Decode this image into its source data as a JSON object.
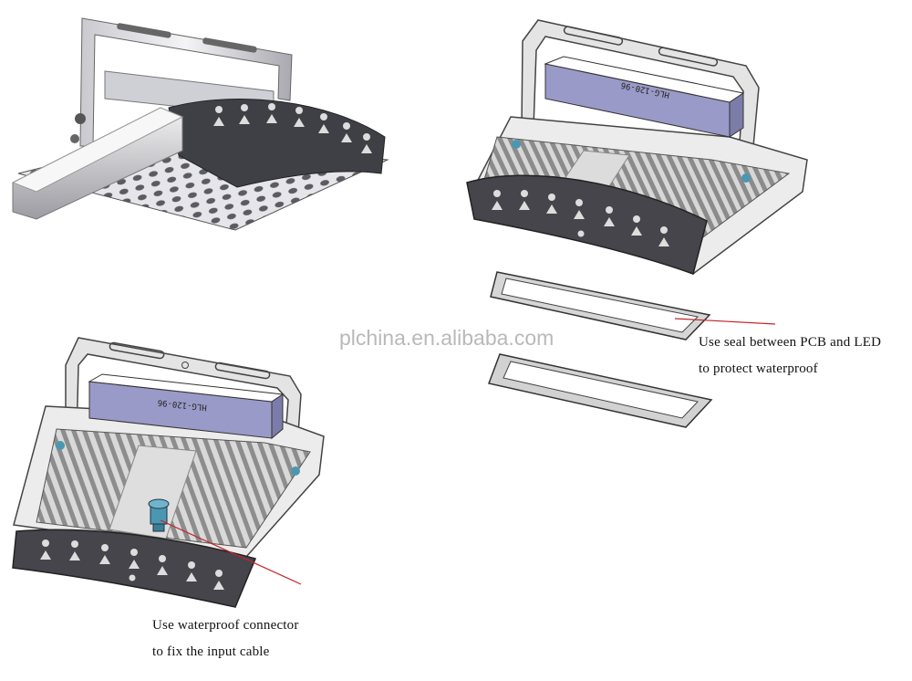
{
  "watermark": "plchina.en.alibaba.com",
  "driver_label": "HLG-120-96",
  "callouts": {
    "seal": {
      "line1": "Use seal between PCB and LED",
      "line2": "to protect waterproof"
    },
    "connector": {
      "line1": "Use waterproof connector",
      "line2": "to fix the input cable"
    }
  },
  "colors": {
    "callout_line": "#c0262c",
    "housing": "#4a4a50",
    "driver_box": "#9a9ac8",
    "bracket": "#d4d4d4",
    "heatsink_fin": "#8e8e8e",
    "connector": "#4b97b2"
  }
}
